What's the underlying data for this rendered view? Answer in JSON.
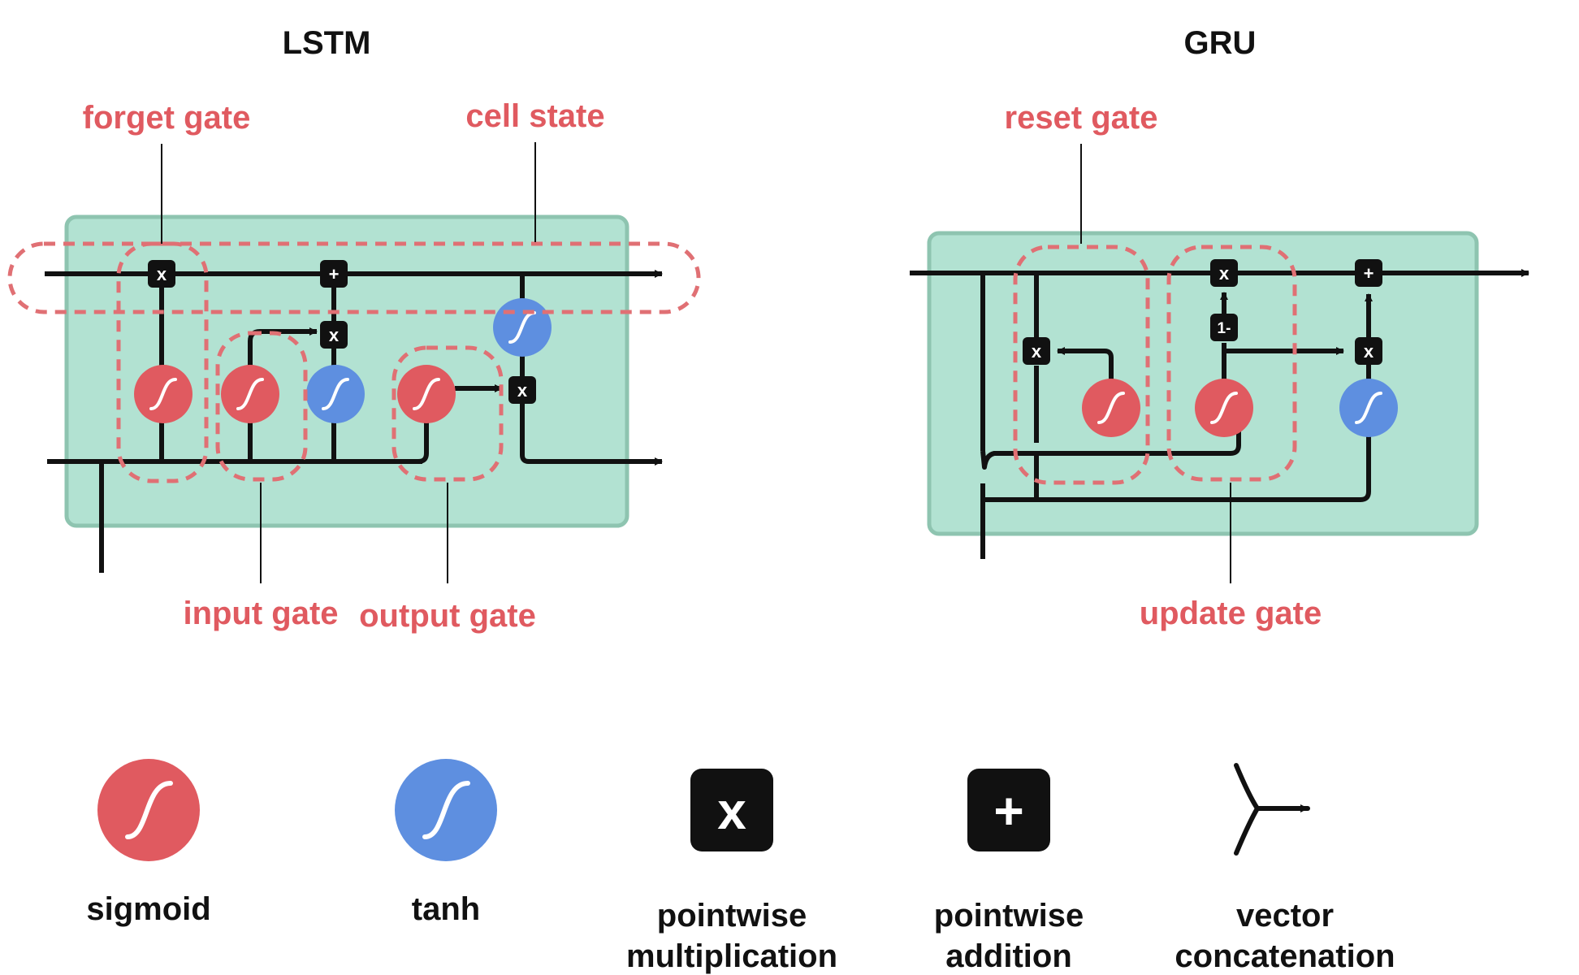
{
  "colors": {
    "box_fill": "#b2e2d2",
    "box_stroke": "#8ec4b0",
    "sigmoid": "#e05a60",
    "tanh": "#5e8fe0",
    "gate_label": "#e05a60",
    "dashed": "#e07074",
    "line": "#111111"
  },
  "lstm": {
    "title": "LSTM",
    "labels": {
      "forget_gate": "forget gate",
      "cell_state": "cell state",
      "input_gate": "input gate",
      "output_gate": "output gate"
    }
  },
  "gru": {
    "title": "GRU",
    "labels": {
      "reset_gate": "reset gate",
      "update_gate": "update gate"
    }
  },
  "ops": {
    "multiply": "x",
    "add": "+",
    "one_minus": "1-"
  },
  "legend": {
    "sigmoid": "sigmoid",
    "tanh": "tanh",
    "pointwise_multiplication": [
      "pointwise",
      "multiplication"
    ],
    "pointwise_addition": [
      "pointwise",
      "addition"
    ],
    "vector_concatenation": [
      "vector",
      "concatenation"
    ]
  }
}
